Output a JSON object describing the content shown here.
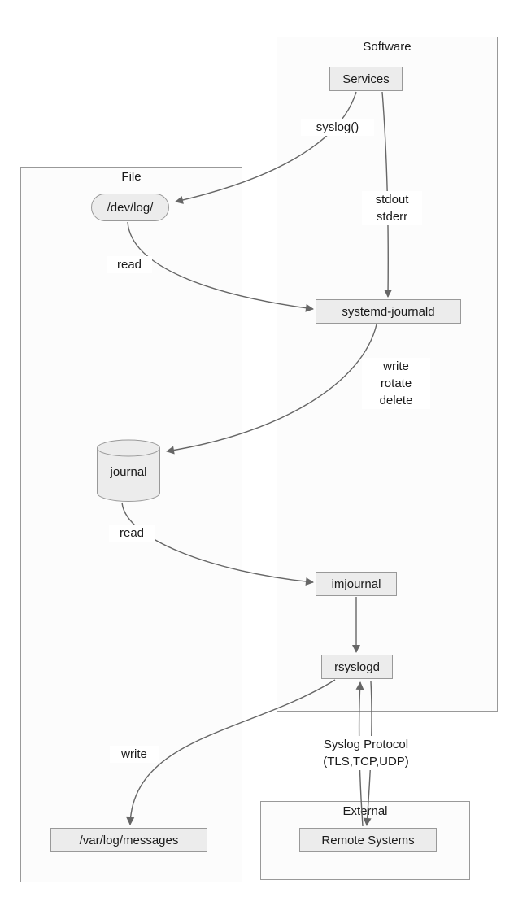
{
  "colors": {
    "background": "#ffffff",
    "node_fill": "#ececec",
    "node_border": "#999999",
    "container_border": "#999999",
    "arrow": "#666666",
    "text": "#1a1a1a"
  },
  "containers": {
    "software": {
      "label": "Software"
    },
    "file": {
      "label": "File"
    },
    "external": {
      "label": "External"
    }
  },
  "nodes": {
    "services": {
      "label": "Services"
    },
    "dev_log": {
      "label": "/dev/log/"
    },
    "systemd_journald": {
      "label": "systemd-journald"
    },
    "journal": {
      "label": "journal"
    },
    "imjournal": {
      "label": "imjournal"
    },
    "rsyslogd": {
      "label": "rsyslogd"
    },
    "var_log_messages": {
      "label": "/var/log/messages"
    },
    "remote_systems": {
      "label": "Remote Systems"
    }
  },
  "edges": {
    "services_to_devlog": {
      "from": "Services",
      "to": "/dev/log/",
      "label": "syslog()"
    },
    "services_to_journald": {
      "from": "Services",
      "to": "systemd-journald",
      "label": "stdout\nstderr"
    },
    "devlog_to_journald": {
      "from": "/dev/log/",
      "to": "systemd-journald",
      "label": "read"
    },
    "journald_to_journal": {
      "from": "systemd-journald",
      "to": "journal",
      "label": "write\nrotate\ndelete"
    },
    "journal_to_imjournal": {
      "from": "journal",
      "to": "imjournal",
      "label": "read"
    },
    "imjournal_to_rsyslogd": {
      "from": "imjournal",
      "to": "rsyslogd",
      "label": ""
    },
    "rsyslogd_to_varlog": {
      "from": "rsyslogd",
      "to": "/var/log/messages",
      "label": "write"
    },
    "rsyslogd_remote_bidirectional": {
      "from": "rsyslogd",
      "to": "Remote Systems",
      "label": "Syslog Protocol\n(TLS,TCP,UDP)"
    }
  }
}
